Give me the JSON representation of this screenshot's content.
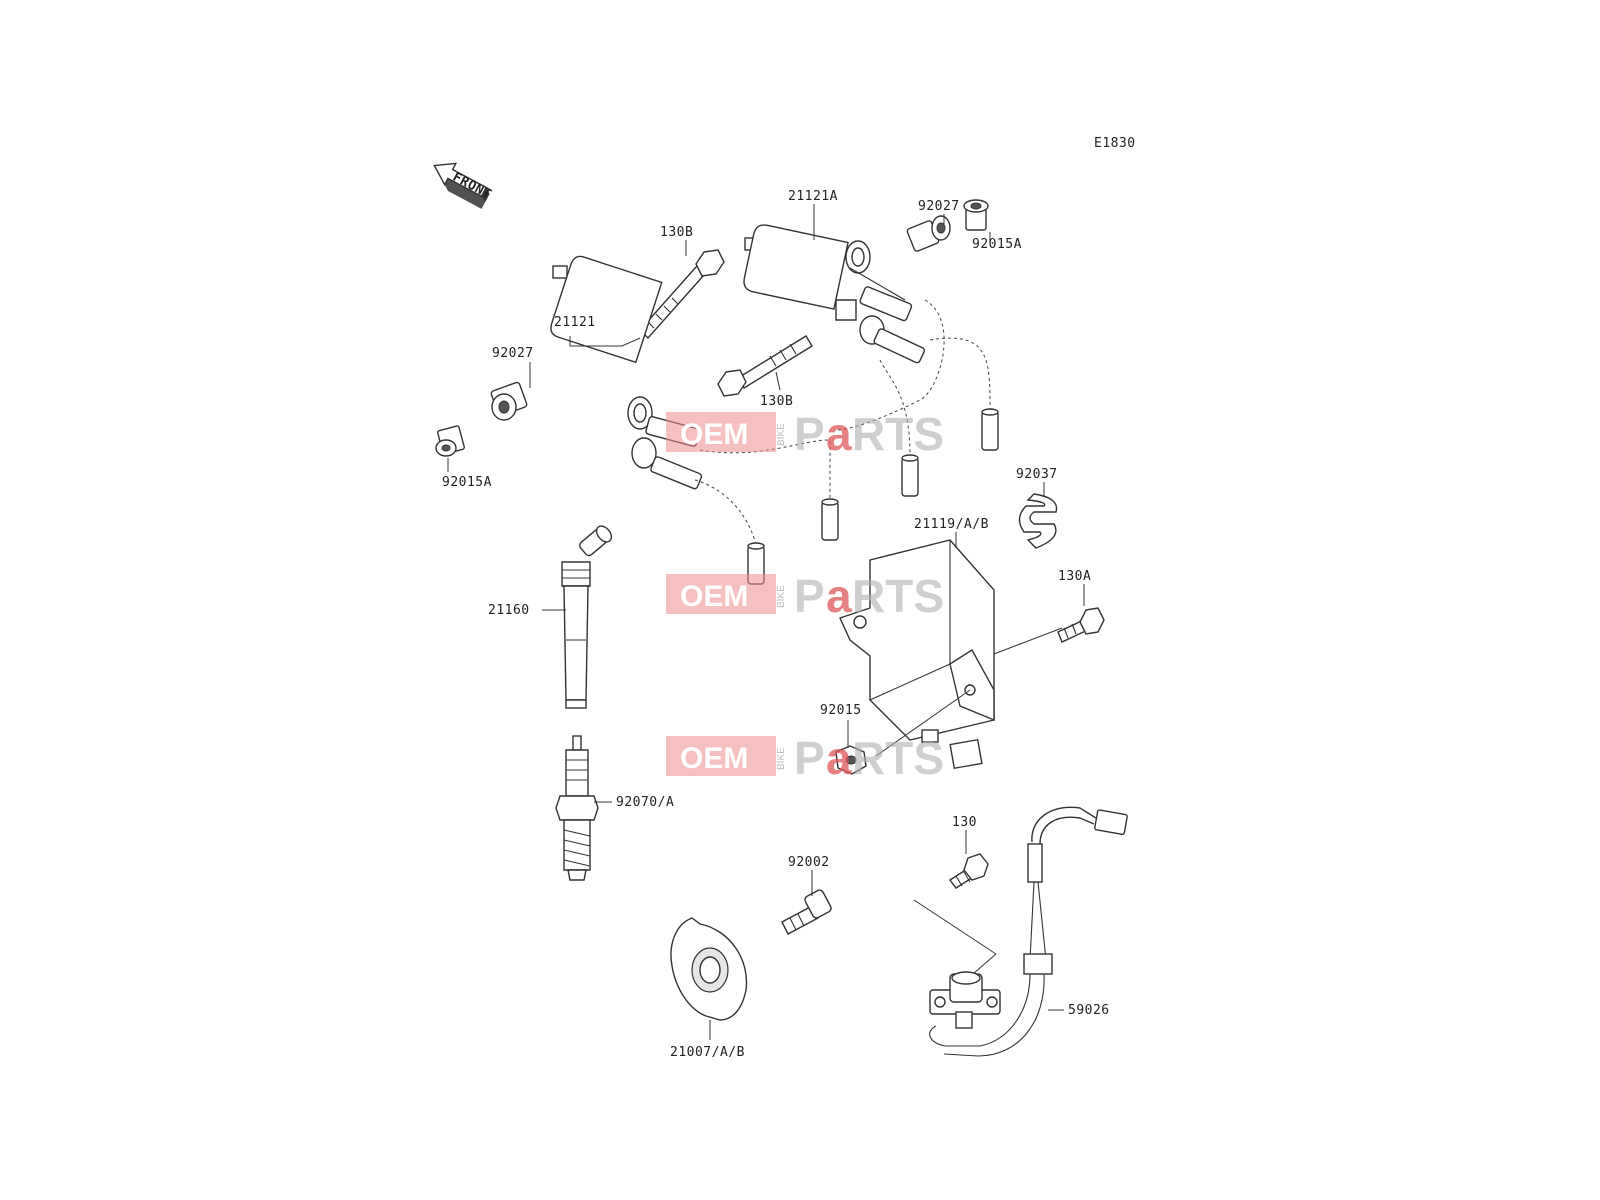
{
  "diagram_code": "E1830",
  "front_label": "FRONT",
  "watermark": {
    "part1": "OEM",
    "part2": "BIKE",
    "part3": "P",
    "part4": "a",
    "part5": "RTS"
  },
  "labels": {
    "p21121A": "21121A",
    "p92027_top": "92027",
    "p92015A_top": "92015A",
    "p130B_top": "130B",
    "p21121": "21121",
    "p92027_left": "92027",
    "p130B_mid": "130B",
    "p92015A_left": "92015A",
    "p92037": "92037",
    "p21119": "21119/A/B",
    "p21160": "21160",
    "p130A": "130A",
    "p92015": "92015",
    "p92070": "92070/A",
    "p130": "130",
    "p92002": "92002",
    "p59026": "59026",
    "p21007": "21007/A/B"
  }
}
